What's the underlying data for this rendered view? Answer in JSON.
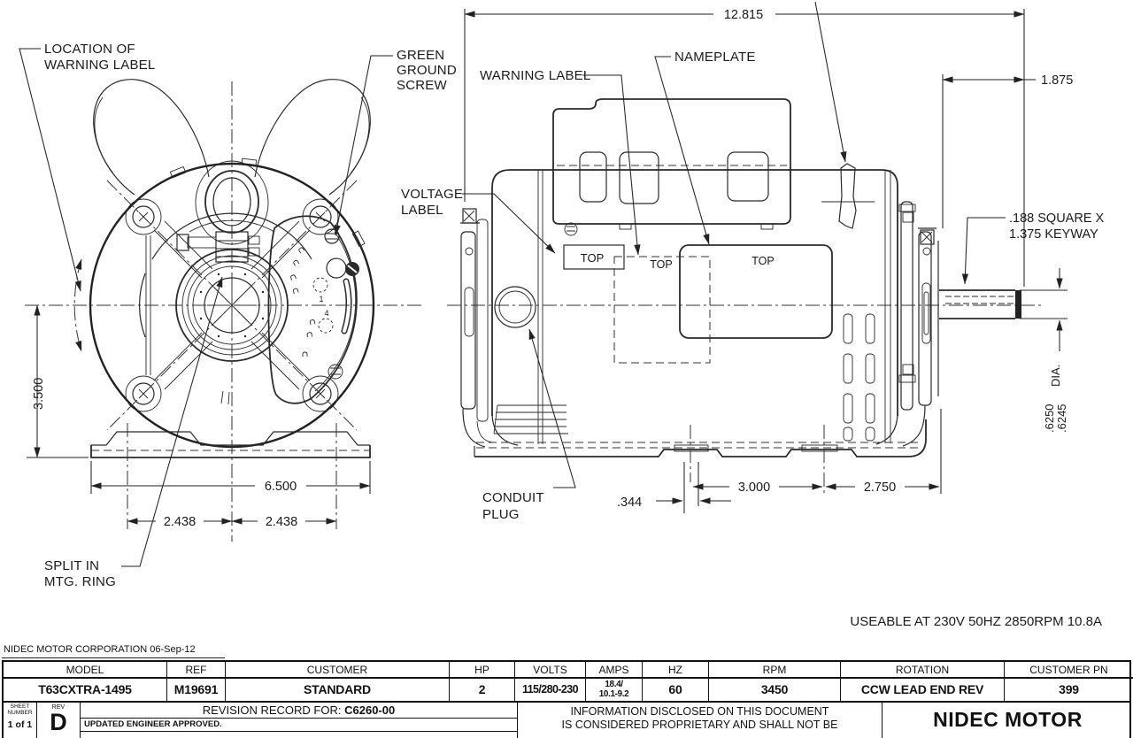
{
  "note": "USEABLE AT 230V 50HZ 2850RPM 10.8A",
  "front_view": {
    "labels": {
      "warning_loc_1": "LOCATION OF",
      "warning_loc_2": "WARNING LABEL",
      "ground_1": "GREEN",
      "ground_2": "GROUND",
      "ground_3": "SCREW",
      "split_1": "SPLIT IN",
      "split_2": "MTG. RING",
      "terminal_1": "1",
      "terminal_4": "4"
    },
    "dims": {
      "center_height": "3.500",
      "base_width": "6.500",
      "bolt_left": "2.438",
      "bolt_right": "2.438"
    }
  },
  "side_view": {
    "labels": {
      "voltage_1": "VOLTAGE",
      "voltage_2": "LABEL",
      "warning": "WARNING LABEL",
      "nameplate": "NAMEPLATE",
      "conduit_1": "CONDUIT",
      "conduit_2": "PLUG",
      "top": "TOP",
      "keyway_1": ".188 SQUARE X",
      "keyway_2": "1.375 KEYWAY",
      "dia_1": ".6250",
      "dia_2": ".6245",
      "dia_3": "DIA."
    },
    "dims": {
      "overall_length": "12.815",
      "shaft_extension": "1.875",
      "slot_offset": ".344",
      "slot_spacing": "3.000",
      "slot_to_face": "2.750"
    }
  },
  "title_block": {
    "company": "NIDEC MOTOR CORPORATION 06-Sep-12",
    "headers": [
      "MODEL",
      "REF",
      "CUSTOMER",
      "HP",
      "VOLTS",
      "AMPS",
      "HZ",
      "RPM",
      "ROTATION",
      "CUSTOMER PN"
    ],
    "model": "T63CXTRA-1495",
    "ref": "M19691",
    "customer": "STANDARD",
    "hp": "2",
    "volts": "115/280-230",
    "amps_1": "18.4/",
    "amps_2": "10.1-9.2",
    "hz": "60",
    "rpm": "3450",
    "rotation": "CCW LEAD END REV",
    "customer_pn": "399",
    "sheet_label_1": "SHEET",
    "sheet_label_2": "NUMBER",
    "sheet_value": "1 of 1",
    "rev_label": "REV",
    "rev_value": "D",
    "revision_prefix": "REVISION RECORD FOR:",
    "revision_doc": "C6260-00",
    "revision_entry": "UPDATED ENGINEER APPROVED.",
    "proprietary_1": "INFORMATION DISCLOSED ON THIS DOCUMENT",
    "proprietary_2": "IS CONSIDERED PROPRIETARY AND SHALL NOT BE",
    "brand": "NIDEC MOTOR"
  }
}
